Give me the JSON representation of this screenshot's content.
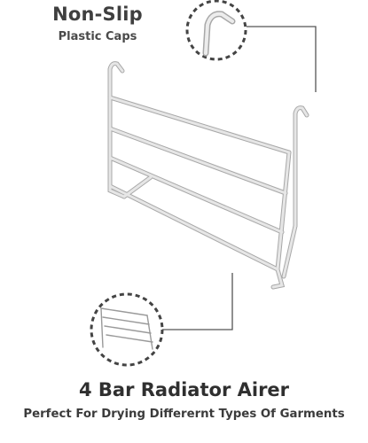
{
  "callout_top": {
    "title": "Non-Slip",
    "subtitle": "Plastic Caps"
  },
  "product": {
    "title": "4 Bar Radiator Airer",
    "tagline": "Perfect For Drying Differernt Types Of Garments"
  },
  "colors": {
    "text": "#3d3d3d",
    "rack": "#dedede",
    "rack_outline": "#a8a8a8",
    "callout_line": "#555555"
  }
}
